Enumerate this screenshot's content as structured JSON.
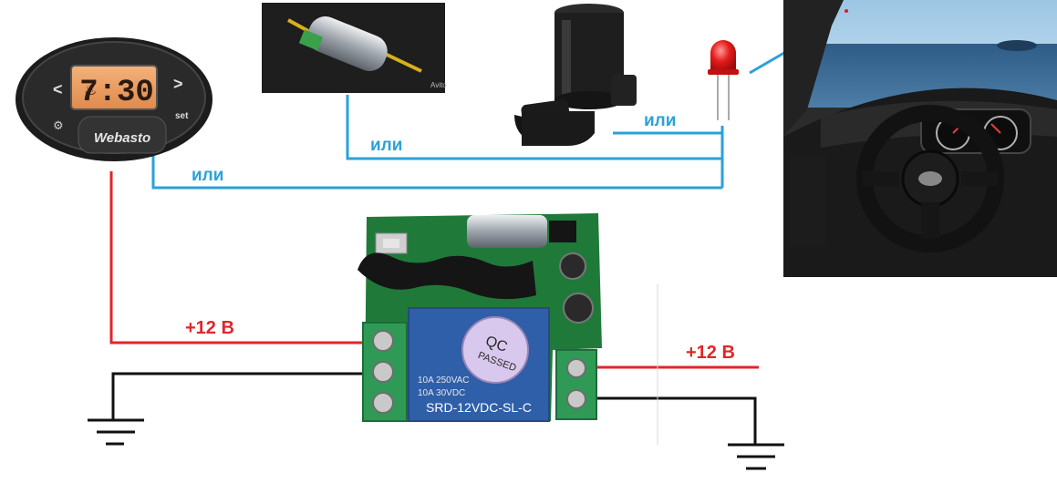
{
  "labels": {
    "or_1": "или",
    "or_2": "или",
    "or_3": "или",
    "plus12_left": "+12 В",
    "plus12_right": "+12 В"
  },
  "timer": {
    "brand": "Webasto",
    "time": "7:30",
    "set": "set",
    "left_arrow": "<",
    "right_arrow": ">"
  },
  "relay": {
    "qc_line1": "QC",
    "qc_line2": "PASSED",
    "model": "SRD-12VDC-SL-C",
    "rating_1": "10A 250VAC",
    "rating_2": "10A 30VDC"
  },
  "fuel_pump_watermark": "Avito",
  "colors": {
    "wire_signal": "#2aa2d8",
    "wire_positive": "#e0262a",
    "wire_ground": "#111111",
    "pcb": "#1f7a3a",
    "terminal": "#2f9a56",
    "relay_body": "#2f5fa8",
    "led": "#e21b1b"
  },
  "icons": [
    "webasto-timer-icon",
    "fuel-pump-icon",
    "water-pump-icon",
    "led-icon",
    "car-dashboard-photo",
    "relay-module-icon",
    "ground-symbol-icon"
  ]
}
